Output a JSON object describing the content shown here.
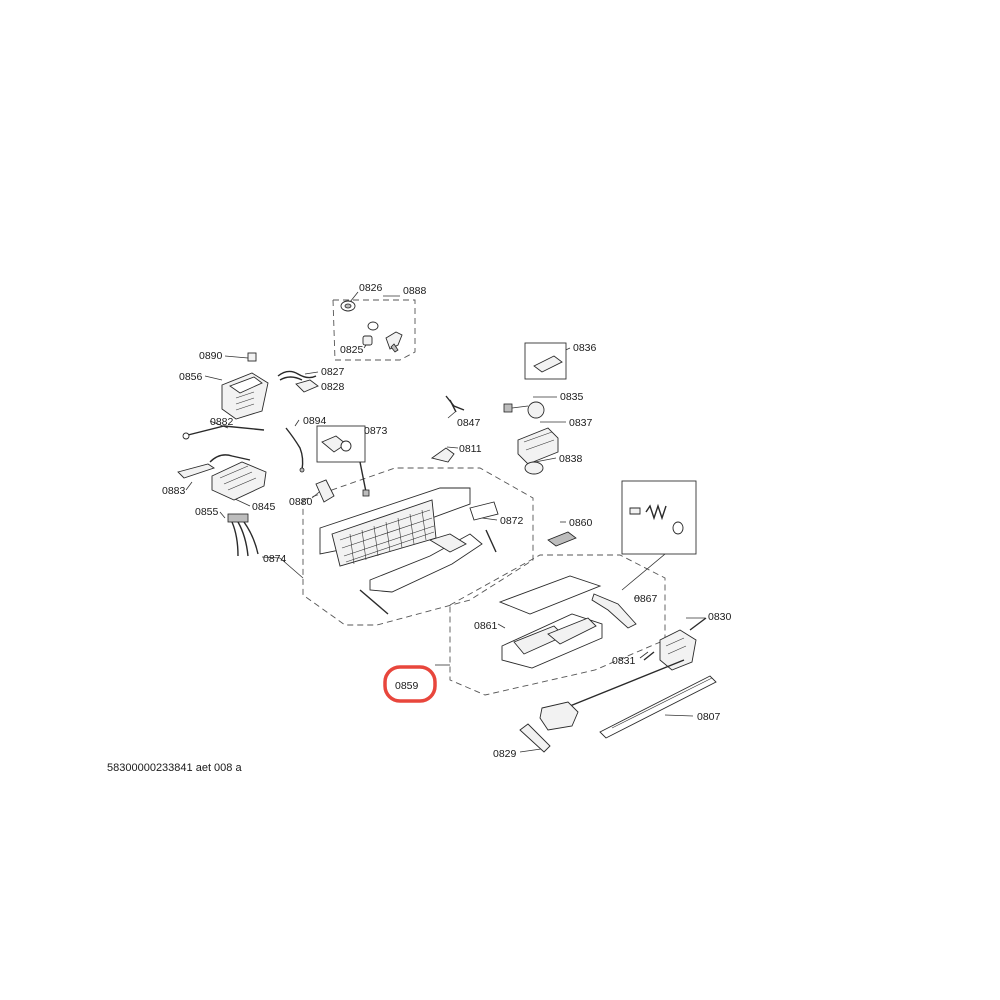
{
  "labels": {
    "p0826": "0826",
    "p0888": "0888",
    "p0825": "0825",
    "p0890": "0890",
    "p0827": "0827",
    "p0856": "0856",
    "p0828": "0828",
    "p0836": "0836",
    "p0835": "0835",
    "p0882": "0882",
    "p0894": "0894",
    "p0847": "0847",
    "p0837": "0837",
    "p0873": "0873",
    "p0811": "0811",
    "p0838": "0838",
    "p0883": "0883",
    "p0845": "0845",
    "p0880": "0880",
    "p0855": "0855",
    "p0872": "0872",
    "p0860": "0860",
    "p0874": "0874",
    "p0867": "0867",
    "p0830": "0830",
    "p0861": "0861",
    "p0831": "0831",
    "p0859": "0859",
    "p0807": "0807",
    "p0829": "0829"
  },
  "highlighted_part": "0859",
  "highlight_color": "#e8463c",
  "footer": {
    "drawing_id": "58300000233841 aet 008 a"
  }
}
